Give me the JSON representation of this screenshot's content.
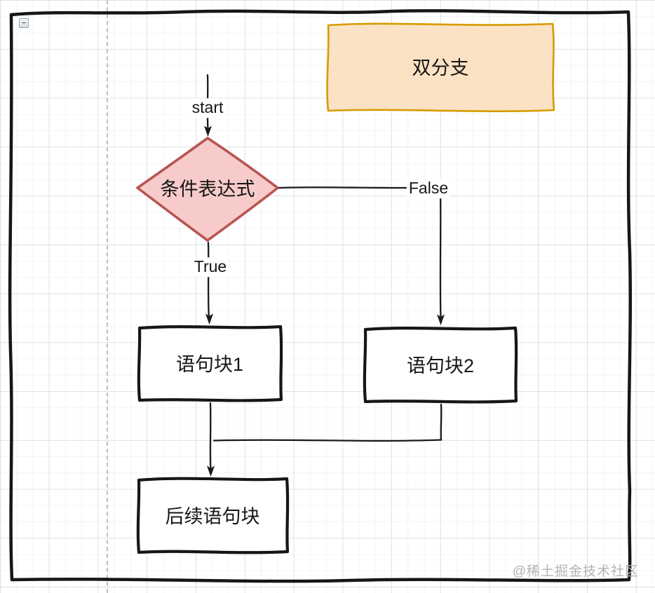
{
  "note": {
    "label": "双分支"
  },
  "nodes": {
    "condition": {
      "label": "条件表达式"
    },
    "block1": {
      "label": "语句块1"
    },
    "block2": {
      "label": "语句块2"
    },
    "followup": {
      "label": "后续语句块"
    }
  },
  "edges": {
    "start": {
      "label": "start"
    },
    "true_branch": {
      "label": "True"
    },
    "false_branch": {
      "label": "False"
    }
  },
  "controls": {
    "collapse_label": "−"
  },
  "watermark": {
    "text": "@稀土掘金技术社区"
  },
  "colors": {
    "diamond_fill": "#f6cbc9",
    "diamond_stroke": "#b85450",
    "note_fill": "#fbe2c4",
    "note_stroke": "#d79b00",
    "line": "#1a1a1a",
    "watermark": "#b3b3b3"
  }
}
